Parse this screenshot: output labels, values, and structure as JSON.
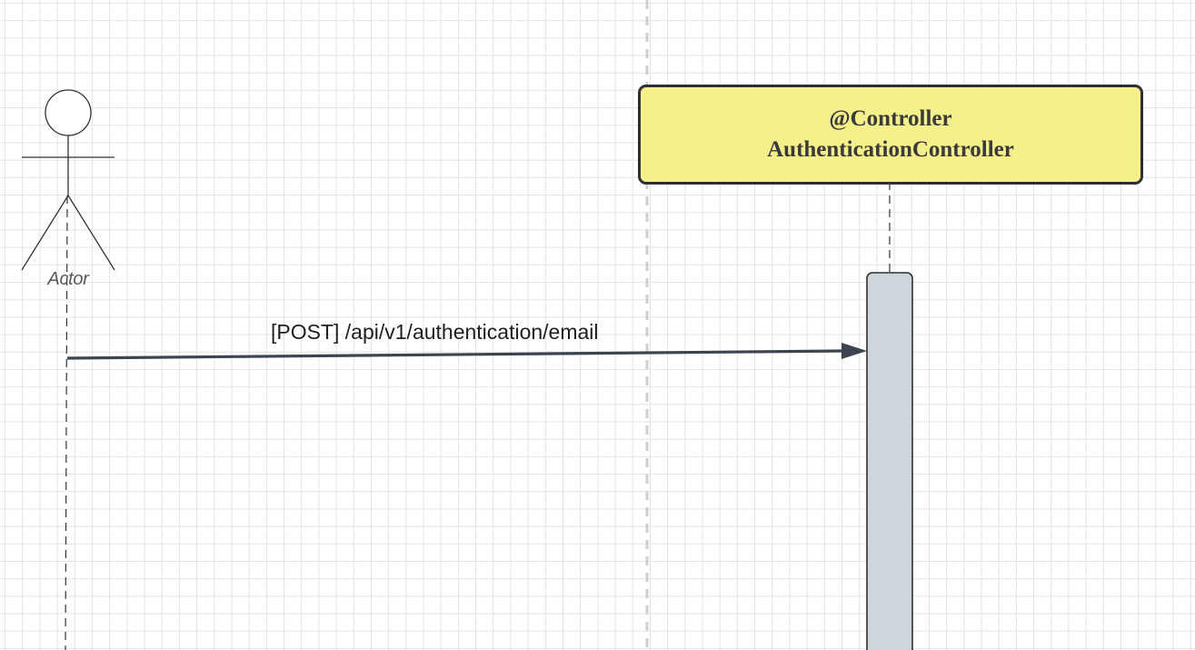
{
  "diagram": {
    "actor": {
      "label": "Actor"
    },
    "controller": {
      "stereotype": "@Controller",
      "name": "AuthenticationController"
    },
    "message": {
      "label": "[POST] /api/v1/authentication/email"
    }
  },
  "colors": {
    "controller_fill": "#f6f08b",
    "activation_fill": "#cfd5dd",
    "arrow": "#3b4450",
    "grid": "#e3e3e3"
  },
  "icons": {
    "actor": "stick-figure-icon",
    "arrowhead": "filled-triangle-arrow-icon"
  }
}
